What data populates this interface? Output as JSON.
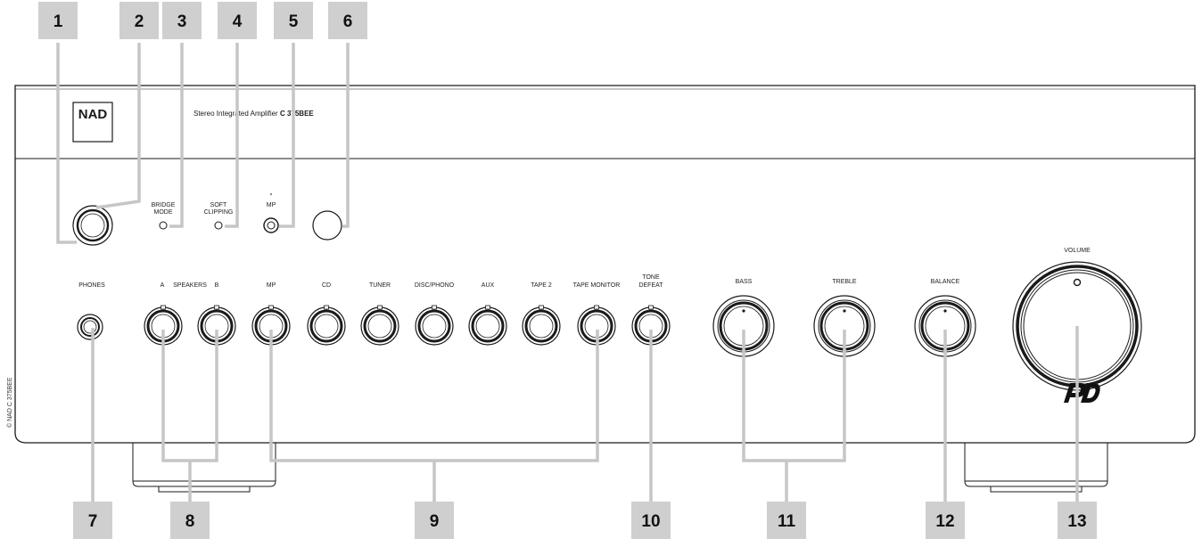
{
  "brand": {
    "logo": "NAD",
    "product_line": "Stereo Integrated Amplifier",
    "model": "C 375BEE"
  },
  "copyright": "© NAD C 375BEE",
  "labels": {
    "bridge_mode_1": "BRIDGE",
    "bridge_mode_2": "MODE",
    "soft_clipping_1": "SOFT",
    "soft_clipping_2": "CLIPPING",
    "mp_top": "MP",
    "phones": "PHONES",
    "speakers_a": "A",
    "speakers": "SPEAKERS",
    "speakers_b": "B",
    "mp": "MP",
    "cd": "CD",
    "tuner": "TUNER",
    "disc_phono": "DISC/PHONO",
    "aux": "AUX",
    "tape2": "TAPE 2",
    "tape_monitor": "TAPE MONITOR",
    "tone_defeat_1": "TONE",
    "tone_defeat_2": "DEFEAT",
    "bass": "BASS",
    "treble": "TREBLE",
    "balance": "BALANCE",
    "volume": "VOLUME"
  },
  "callouts": [
    "1",
    "2",
    "3",
    "4",
    "5",
    "6",
    "7",
    "8",
    "9",
    "10",
    "11",
    "12",
    "13"
  ],
  "colors": {
    "badge": "#cfcfcf",
    "leader": "#c6c6c6",
    "outline": "#1a1a1a"
  }
}
